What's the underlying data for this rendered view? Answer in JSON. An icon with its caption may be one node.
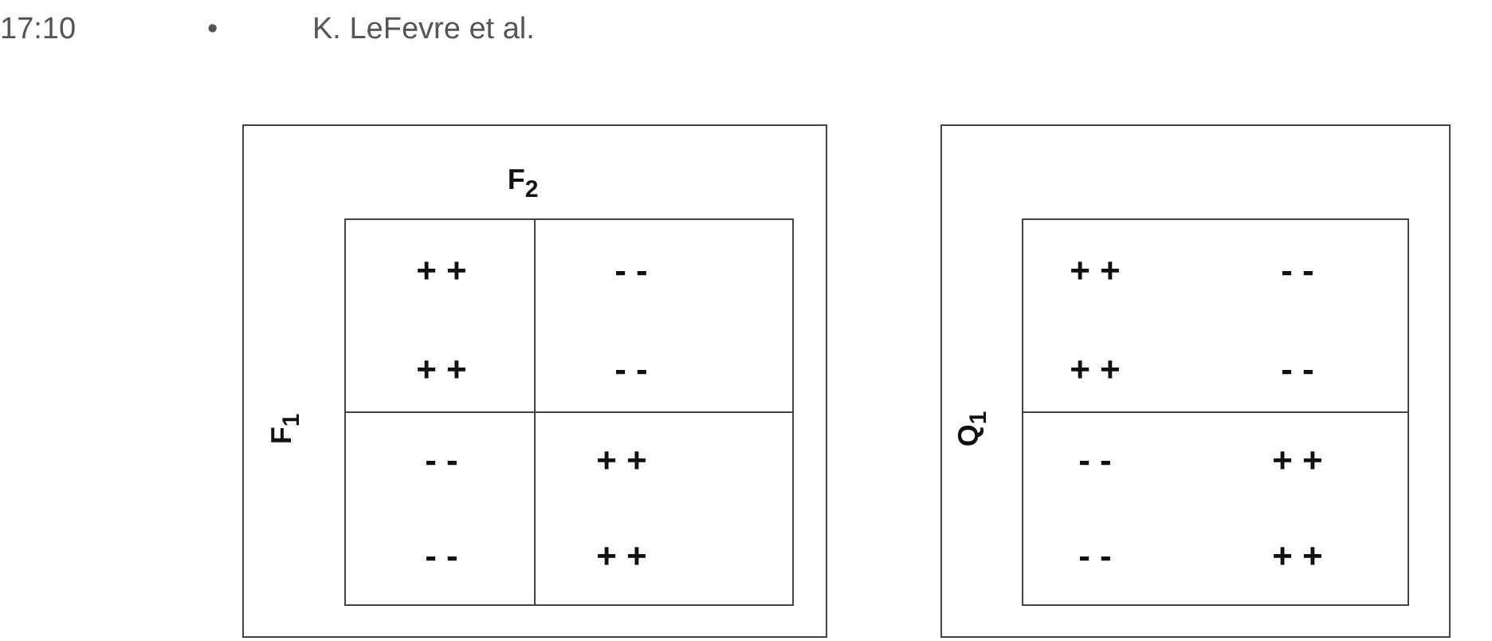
{
  "diagram": {
    "nodes": [
      {
        "text": [
          "F$_{2}$",
          "F$_{1}$"
        ]
      },
      {
        "text": [
          "+ +",
          "+ +"
        ],
        "in": 0
      },
      {
        "text": [
          "- -",
          "- -"
        ],
        "in": 0
      },
      {
        "text": [
          "- -",
          "- -"
        ],
        "in": 0
      },
      {
        "text": [
          "+ +",
          "+ +"
        ],
        "in": 0
      },
      {
        "text": [
          "Q$_{1}$"
        ]
      },
      {
        "text": [
          "+ +",
          "- -",
          "+ +",
          "- -"
        ],
        "in": 5
      },
      {
        "text": [
          "- -",
          "+ +",
          "- -",
          "+ +"
        ],
        "in": 5
      }
    ],
    "edges": [],
    "labels": [
      "17:10",
      "•",
      "K. LeFevre et al."
    ]
  }
}
